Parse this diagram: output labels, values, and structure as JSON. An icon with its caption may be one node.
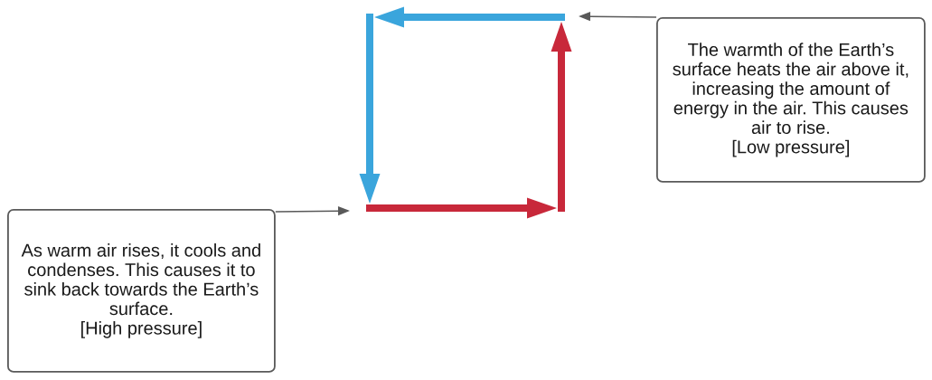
{
  "diagram": {
    "nodes": [
      {
        "text": [
          "The warmth of the Earth’s surface heats the air above it, increasing the amount of energy in the air. This causes air to rise.",
          "[Low pressure]"
        ]
      },
      {
        "text": [
          "As warm air rises, it cools and condenses. This causes it to sink back towards the Earth’s surface.",
          "[High pressure]"
        ]
      }
    ],
    "edges": [
      {
        "from": 0,
        "to": null,
        "arrow": "to"
      },
      {
        "from": 1,
        "to": null,
        "arrow": "to"
      }
    ]
  }
}
